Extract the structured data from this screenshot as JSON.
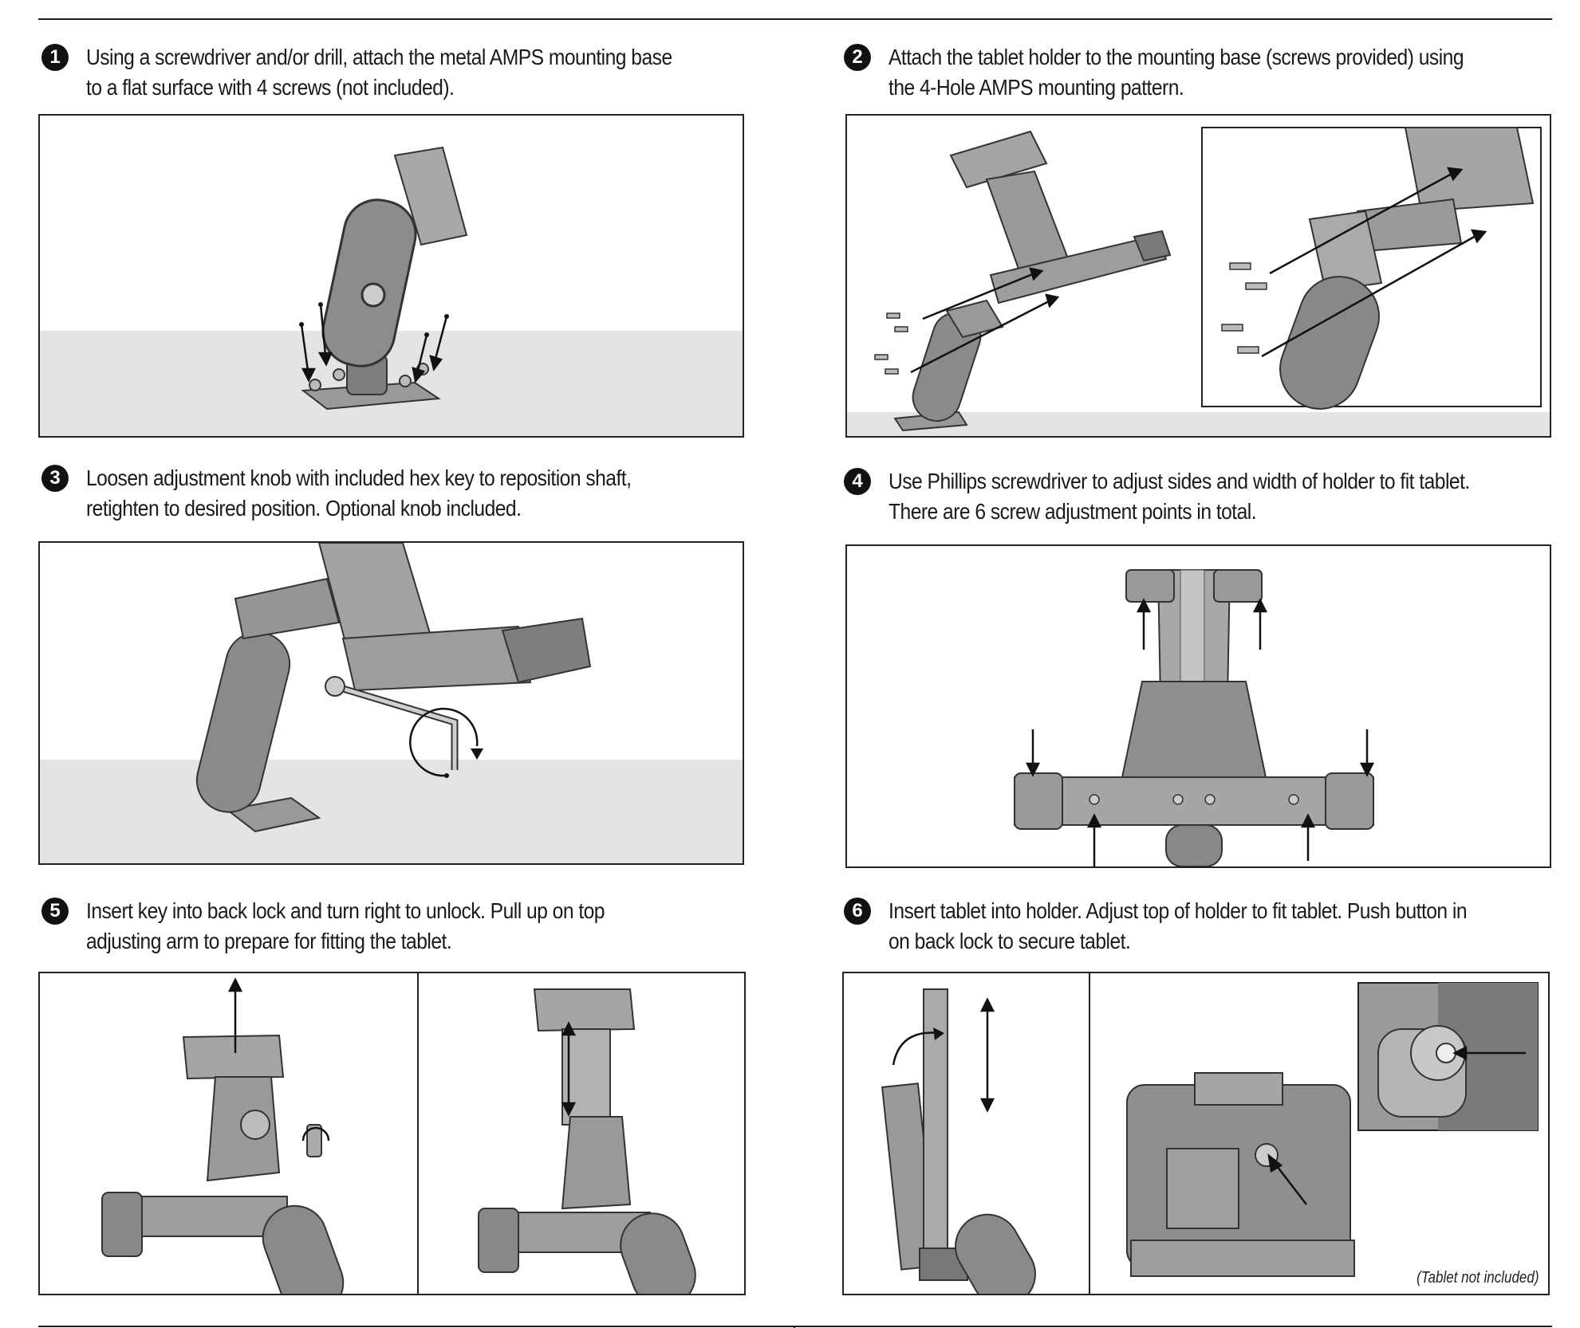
{
  "steps": [
    {
      "number": "1",
      "line1": "Using a screwdriver and/or drill, attach the metal AMPS mounting base",
      "line2": "to a flat surface with 4 screws (not included)."
    },
    {
      "number": "2",
      "line1": "Attach the tablet holder to the mounting base (screws provided) using",
      "line2": "the 4-Hole AMPS mounting pattern."
    },
    {
      "number": "3",
      "line1": "Loosen adjustment knob with included hex key to reposition shaft,",
      "line2": "retighten to desired position. Optional knob included."
    },
    {
      "number": "4",
      "line1": "Use Phillips screwdriver to adjust sides and width of holder to fit tablet.",
      "line2": "There are 6 screw adjustment points in total."
    },
    {
      "number": "5",
      "line1": "Insert key into back lock and turn right to unlock. Pull up on top",
      "line2": "adjusting arm to prepare for fitting the tablet."
    },
    {
      "number": "6",
      "line1": "Insert tablet into holder. Adjust top of holder to fit tablet. Push button in",
      "line2": "on back lock to secure tablet."
    }
  ],
  "note_tablet": "(Tablet not included)"
}
